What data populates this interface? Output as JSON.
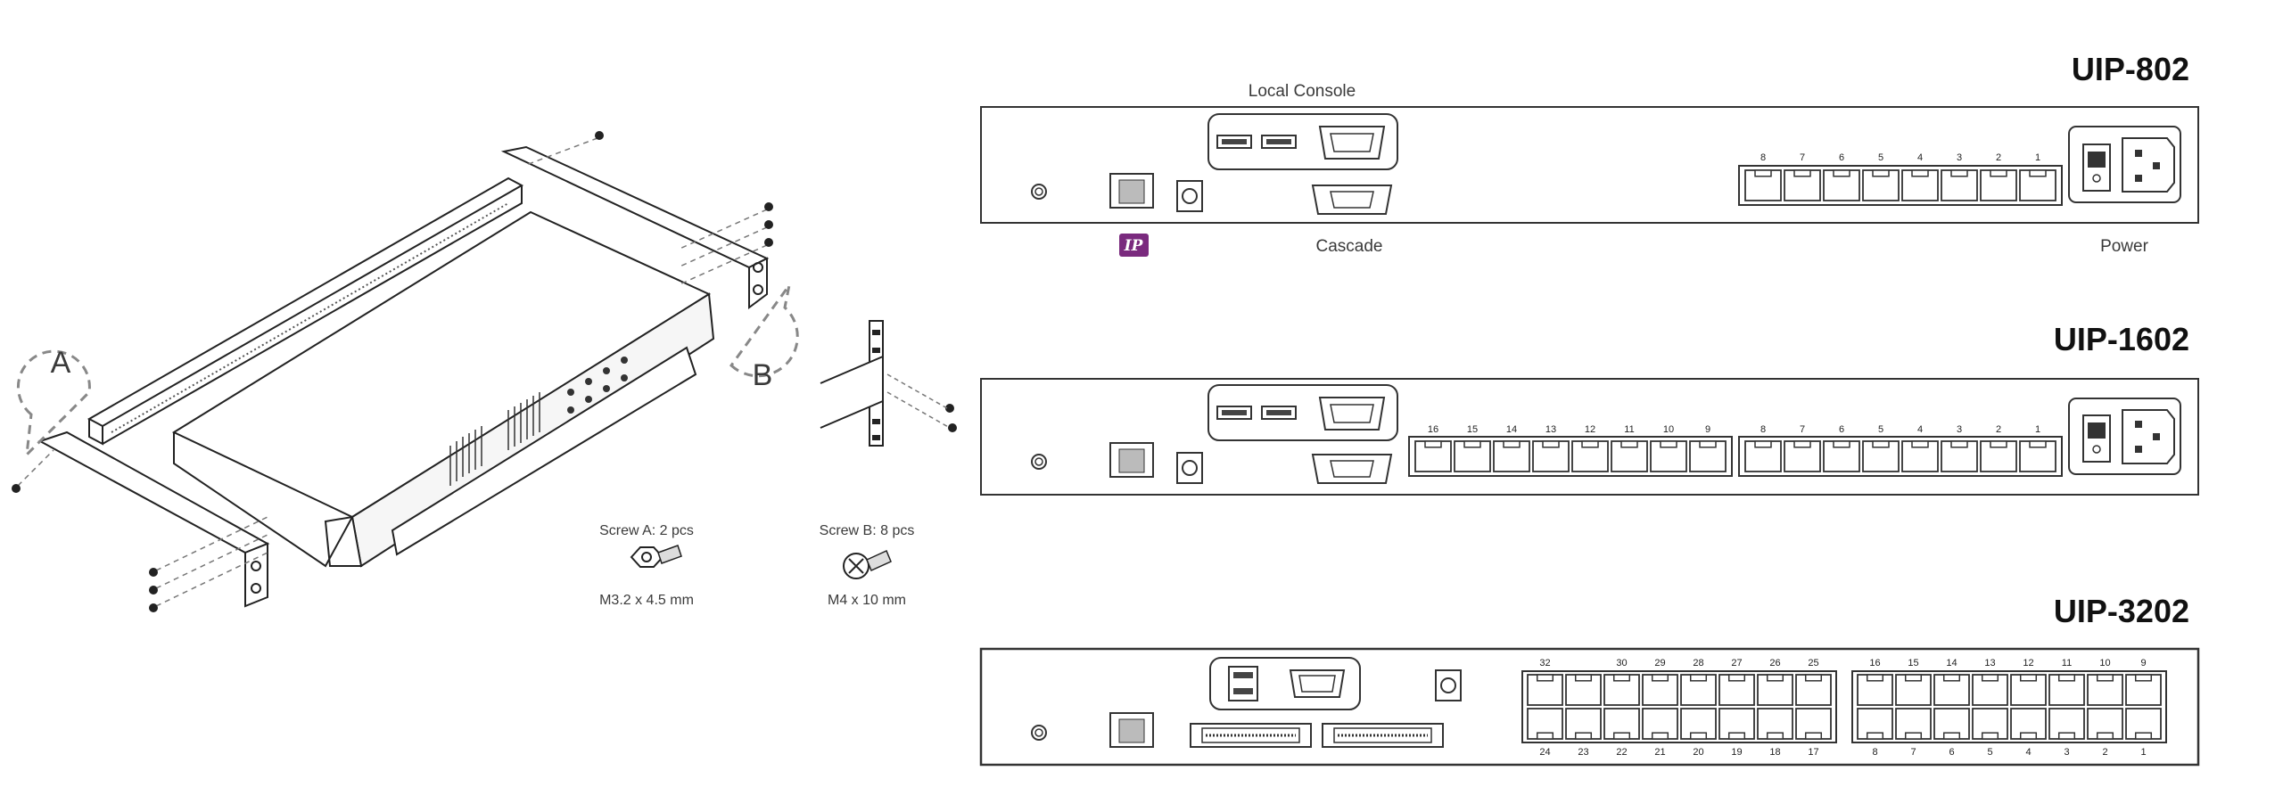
{
  "left": {
    "callout_a": "A",
    "callout_b": "B",
    "screw_a": {
      "title": "Screw A:  2 pcs",
      "spec": "M3.2 x 4.5 mm"
    },
    "screw_b": {
      "title": "Screw B:  8 pcs",
      "spec": "M4 x 10 mm"
    }
  },
  "panels": [
    {
      "model": "UIP-802",
      "local_console": "Local Console",
      "cascade": "Cascade",
      "power": "Power",
      "ip_badge": "IP",
      "ports": [
        "8",
        "7",
        "6",
        "5",
        "4",
        "3",
        "2",
        "1"
      ]
    },
    {
      "model": "UIP-1602",
      "ports_a": [
        "16",
        "15",
        "14",
        "13",
        "12",
        "11",
        "10",
        "9"
      ],
      "ports_b": [
        "8",
        "7",
        "6",
        "5",
        "4",
        "3",
        "2",
        "1"
      ]
    },
    {
      "model": "UIP-3202",
      "top_a": [
        "32",
        "",
        "30",
        "29",
        "28",
        "27",
        "26",
        "25"
      ],
      "top_b": [
        "16",
        "15",
        "14",
        "13",
        "12",
        "11",
        "10",
        "9"
      ],
      "bot_a": [
        "24",
        "23",
        "22",
        "21",
        "20",
        "19",
        "18",
        "17"
      ],
      "bot_b": [
        "8",
        "7",
        "6",
        "5",
        "4",
        "3",
        "2",
        "1"
      ]
    }
  ],
  "colors": {
    "line": "#222222",
    "dash": "#888888",
    "badge": "#7a2a7e",
    "panel_stroke": "#333333"
  }
}
